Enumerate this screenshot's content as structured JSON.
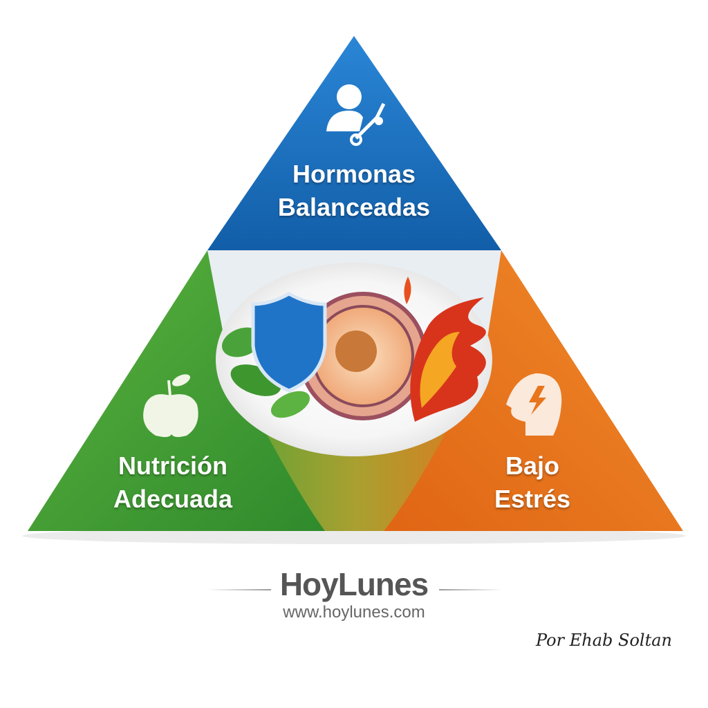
{
  "sections": {
    "top": {
      "line1": "Hormonas",
      "line2": "Balanceadas",
      "icon": "person-hormone-icon",
      "color": "#1a6fc0"
    },
    "left": {
      "line1": "Nutrición",
      "line2": "Adecuada",
      "icon": "apple-icon",
      "color": "#3d9a35"
    },
    "right": {
      "line1": "Bajo",
      "line2": "Estrés",
      "icon": "head-lightning-icon",
      "color": "#e8751c"
    }
  },
  "center": {
    "icons": [
      "shield-icon",
      "leaf-icon",
      "egg-cell-icon",
      "flame-icon"
    ]
  },
  "footer": {
    "brand": "HoyLunes",
    "url": "www.hoylunes.com",
    "signature": "Por Ehab Soltan"
  }
}
